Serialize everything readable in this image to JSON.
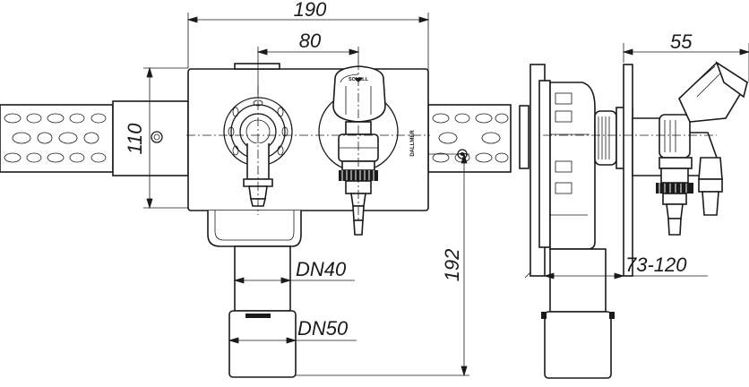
{
  "dimensions": {
    "width_total": "190",
    "width_inner": "80",
    "height_box": "110",
    "depth_top": "55",
    "depth_range": "73-120",
    "drop_height": "192",
    "pipe_upper": "DN40",
    "pipe_lower": "DN50"
  },
  "labels": {
    "brand_logo": "SCHELL",
    "side_brand": "DALLMER"
  },
  "colors": {
    "line": "#1a1a1a",
    "background": "#ffffff"
  }
}
